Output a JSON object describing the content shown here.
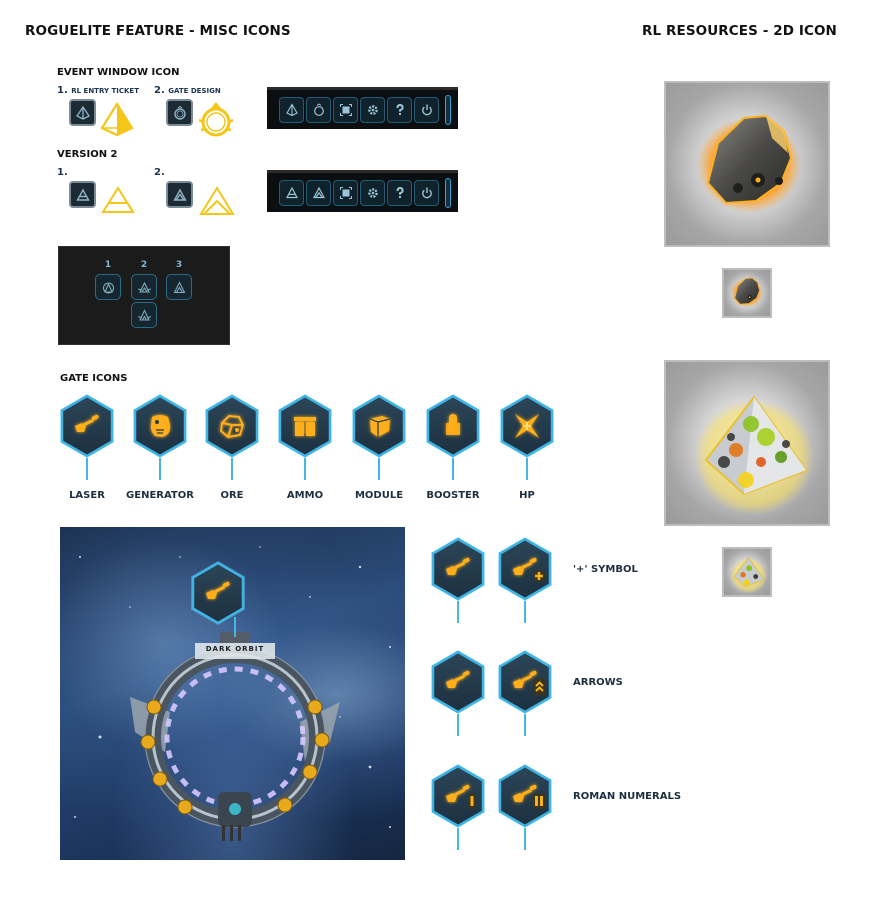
{
  "headers": {
    "left_title": "ROGUELITE FEATURE - MISC ICONS",
    "right_title": "RL RESOURCES - 2D ICON"
  },
  "event_window": {
    "title": "EVENT WINDOW ICON",
    "items": [
      {
        "num": "1.",
        "label": "RL ENTRY TICKET",
        "icon": "pyramid-icon"
      },
      {
        "num": "2.",
        "label": "GATE DESIGN",
        "icon": "gate-ring-icon"
      }
    ],
    "toolbar": [
      "pyramid-icon",
      "gate-ring-icon",
      "fullscreen-icon",
      "gear-icon",
      "help-icon",
      "power-icon"
    ]
  },
  "version2": {
    "title": "VERSION 2",
    "items": [
      {
        "num": "1.",
        "label": "",
        "icon": "triangle-line-icon"
      },
      {
        "num": "2.",
        "label": "",
        "icon": "double-triangle-icon"
      }
    ],
    "toolbar": [
      "triangle-line-icon",
      "double-triangle-icon",
      "fullscreen-icon",
      "gear-icon",
      "help-icon",
      "power-icon"
    ]
  },
  "variants_panel": {
    "numbers": [
      "1",
      "2",
      "3"
    ]
  },
  "gate_icons": {
    "title": "GATE ICONS",
    "items": [
      {
        "label": "LASER",
        "icon": "laser-icon"
      },
      {
        "label": "GENERATOR",
        "icon": "generator-icon"
      },
      {
        "label": "ORE",
        "icon": "ore-icon"
      },
      {
        "label": "AMMO",
        "icon": "ammo-icon"
      },
      {
        "label": "MODULE",
        "icon": "module-icon"
      },
      {
        "label": "BOOSTER",
        "icon": "booster-icon"
      },
      {
        "label": "HP",
        "icon": "hp-icon"
      }
    ]
  },
  "variations": [
    {
      "label": "'+' SYMBOL",
      "badge": "+"
    },
    {
      "label": "ARROWS",
      "badge": "arrows"
    },
    {
      "label": "ROMAN NUMERALS",
      "badge": "I|II"
    }
  ],
  "preview": {
    "gate_logo_text": "DARK ORBIT"
  },
  "resources": [
    {
      "name": "ore-rock",
      "large": true
    },
    {
      "name": "ore-rock",
      "large": false
    },
    {
      "name": "pyramid-crystal",
      "large": true
    },
    {
      "name": "pyramid-crystal",
      "large": false
    }
  ],
  "colors": {
    "gold": "#f5c518",
    "hex_border": "#3fb4e4",
    "hex_fill": "#243b4c",
    "glow_orange": "#ffb020"
  }
}
